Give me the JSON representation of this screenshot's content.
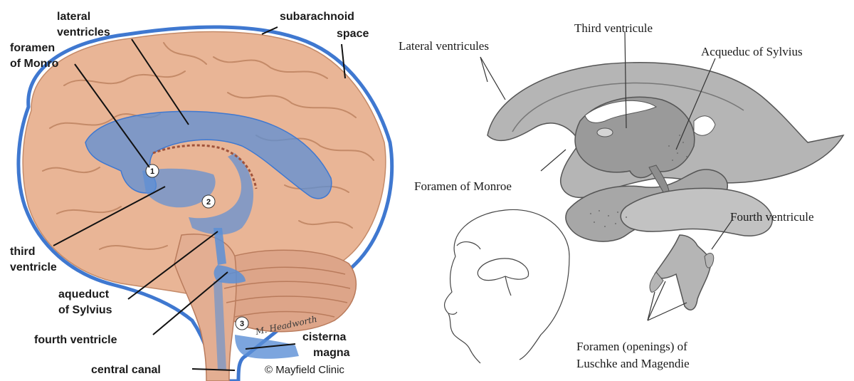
{
  "left_diagram": {
    "labels": {
      "lateral_ventricles": [
        "lateral",
        "ventricles"
      ],
      "foramen_of_monro": [
        "foramen",
        "of Monro"
      ],
      "subarachnoid_space": [
        "subarachnoid",
        "space"
      ],
      "third_ventricle": [
        "third",
        "ventricle"
      ],
      "aqueduct_of_sylvius": [
        "aqueduct",
        "of Sylvius"
      ],
      "fourth_ventricle": "fourth ventricle",
      "cisterna_magna": [
        "cisterna",
        "magna"
      ],
      "central_canal": "central canal"
    },
    "markers": [
      "1",
      "2",
      "3"
    ],
    "credit": "© Mayfield Clinic",
    "signature": "M. Headworth",
    "colors": {
      "brain": "#e9b596",
      "brain_dark": "#b97b5c",
      "csf": "#5b8fd6",
      "outline": "#3f78d0"
    }
  },
  "right_diagram": {
    "labels": {
      "third_ventricule": "Third ventricule",
      "lateral_ventricules": "Lateral ventricules",
      "acqueduc_of_sylvius": "Acqueduc of Sylvius",
      "foramen_of_monroe": "Foramen of Monroe",
      "fourth_ventricule": "Fourth  ventricule",
      "foramen_openings": [
        "Foramen (openings) of",
        "Luschke and Magendie"
      ]
    },
    "colors": {
      "ventricle_fill": "#b5b5b5",
      "ventricle_dark": "#8e8e8e",
      "line": "#333333"
    }
  }
}
